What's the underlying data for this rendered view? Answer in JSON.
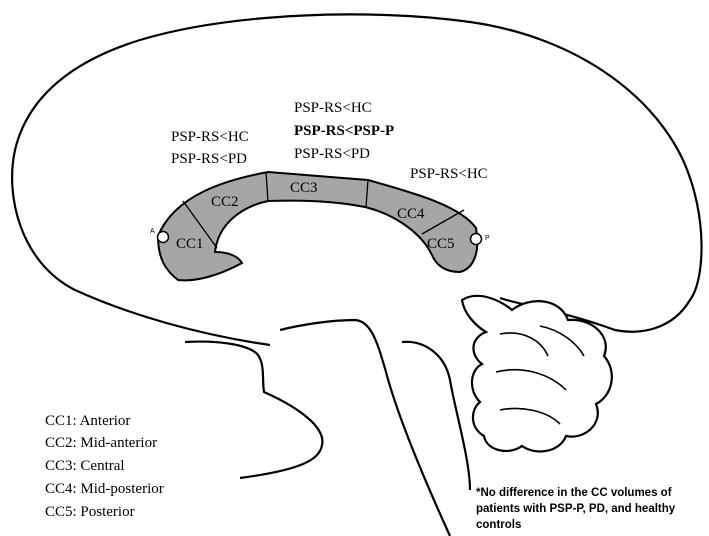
{
  "segments": [
    {
      "id": "CC1",
      "label": "CC1"
    },
    {
      "id": "CC2",
      "label": "CC2"
    },
    {
      "id": "CC3",
      "label": "CC3"
    },
    {
      "id": "CC4",
      "label": "CC4"
    },
    {
      "id": "CC5",
      "label": "CC5"
    }
  ],
  "endpoints": {
    "anterior": "A",
    "posterior": "P"
  },
  "comparisons": {
    "cc2": [
      "PSP-RS<HC",
      "PSP-RS<PD"
    ],
    "cc3": [
      "PSP-RS<HC",
      "PSP-RS<PSP-P",
      "PSP-RS<PD"
    ],
    "cc4": [
      "PSP-RS<HC"
    ]
  },
  "legend": [
    "CC1: Anterior",
    "CC2: Mid-anterior",
    "CC3: Central",
    "CC4: Mid-posterior",
    "CC5: Posterior"
  ],
  "footnote": [
    "*No difference in the CC volumes of",
    "patients with PSP-P, PD, and healthy",
    "controls"
  ],
  "colors": {
    "corpus_callosum_fill": "#a6a6a6",
    "outline": "#000000"
  }
}
